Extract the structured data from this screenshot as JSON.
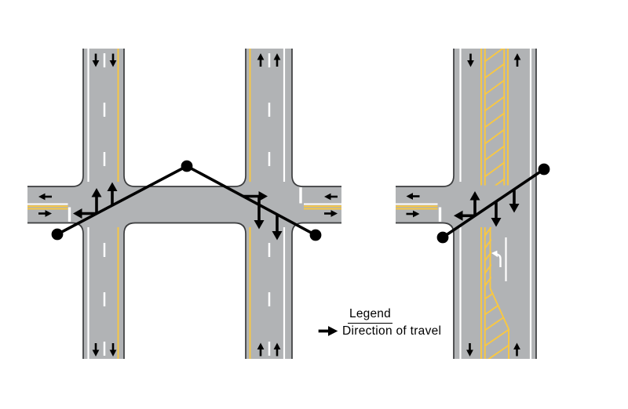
{
  "legend": {
    "heading": "Legend",
    "item": {
      "icon": "right-arrow-icon",
      "label": "Direction of travel"
    }
  },
  "colors": {
    "background": "#ffffff",
    "road": "#b1b3b5",
    "road_edge": "#3b3c3e",
    "marking_yellow": "#f9c841",
    "marking_white": "#ffffff",
    "annotation": "#000000"
  },
  "figures": {
    "left": {
      "vertical_road_left_travel": "down",
      "vertical_road_right_travel": "up",
      "cross_street_travel": [
        "left",
        "right"
      ],
      "callout_points": 3,
      "intersection_turn_arrows": [
        "up",
        "up",
        "left",
        "right",
        "down",
        "down"
      ]
    },
    "right": {
      "vertical_road_travel": [
        "down",
        "up"
      ],
      "side_street_travel": [
        "left",
        "right"
      ],
      "median": "yellow-hatched",
      "left_turn_lane_arrow": "curved-left",
      "callout_points": 2,
      "intersection_turn_arrows": [
        "up",
        "left",
        "down",
        "down"
      ]
    }
  }
}
